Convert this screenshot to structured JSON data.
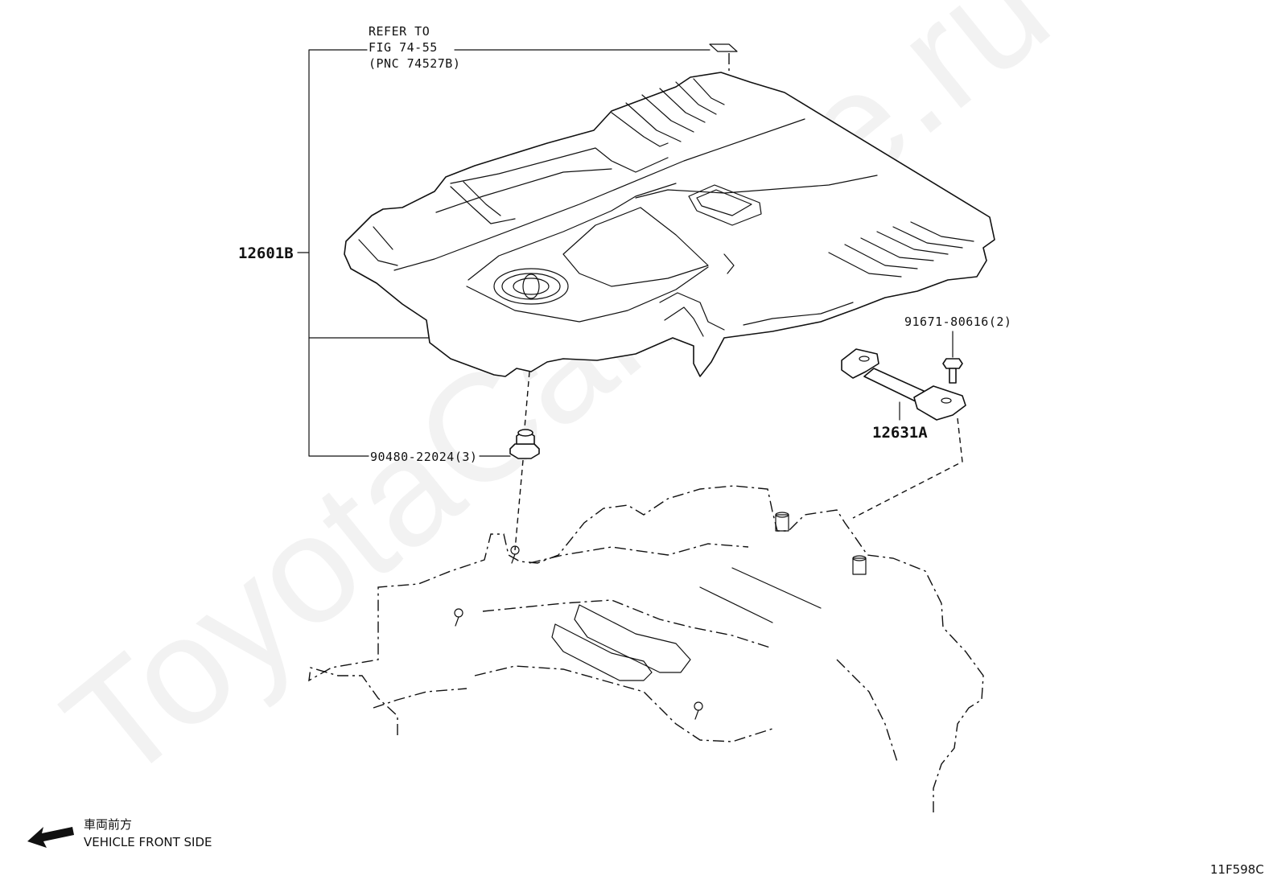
{
  "watermark": "ToyotaCarMine.ru",
  "refer_note": {
    "line1": "REFER TO",
    "line2": "FIG 74-55",
    "line3": "(PNC 74527B)"
  },
  "parts": {
    "engine_cover": "12601B",
    "clip": "90480-22024(3)",
    "bolt": "91671-80616(2)",
    "bracket": "12631A"
  },
  "direction": {
    "japanese": "車両前方",
    "english": "VEHICLE FRONT SIDE"
  },
  "figure_code": "11F598C"
}
